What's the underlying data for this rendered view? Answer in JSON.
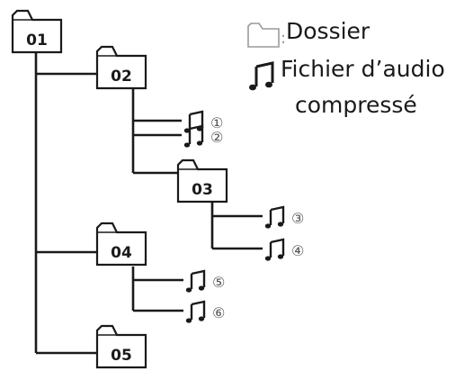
{
  "legend": {
    "folder_icon": "folder-icon",
    "folder_label": "Dossier",
    "audio_icon": "music-note-icon",
    "audio_label_line1": "Fichier d’audio",
    "audio_label_line2": "compressé"
  },
  "folders": {
    "f01": "01",
    "f02": "02",
    "f03": "03",
    "f04": "04",
    "f05": "05"
  },
  "tracks": {
    "t1": "①",
    "t2": "②",
    "t3": "③",
    "t4": "④",
    "t5": "⑤",
    "t6": "⑥"
  },
  "colors": {
    "line": "#1a1a1a",
    "folder_fill": "#ffffff",
    "legend_folder_stroke": "#9a9a9a"
  }
}
